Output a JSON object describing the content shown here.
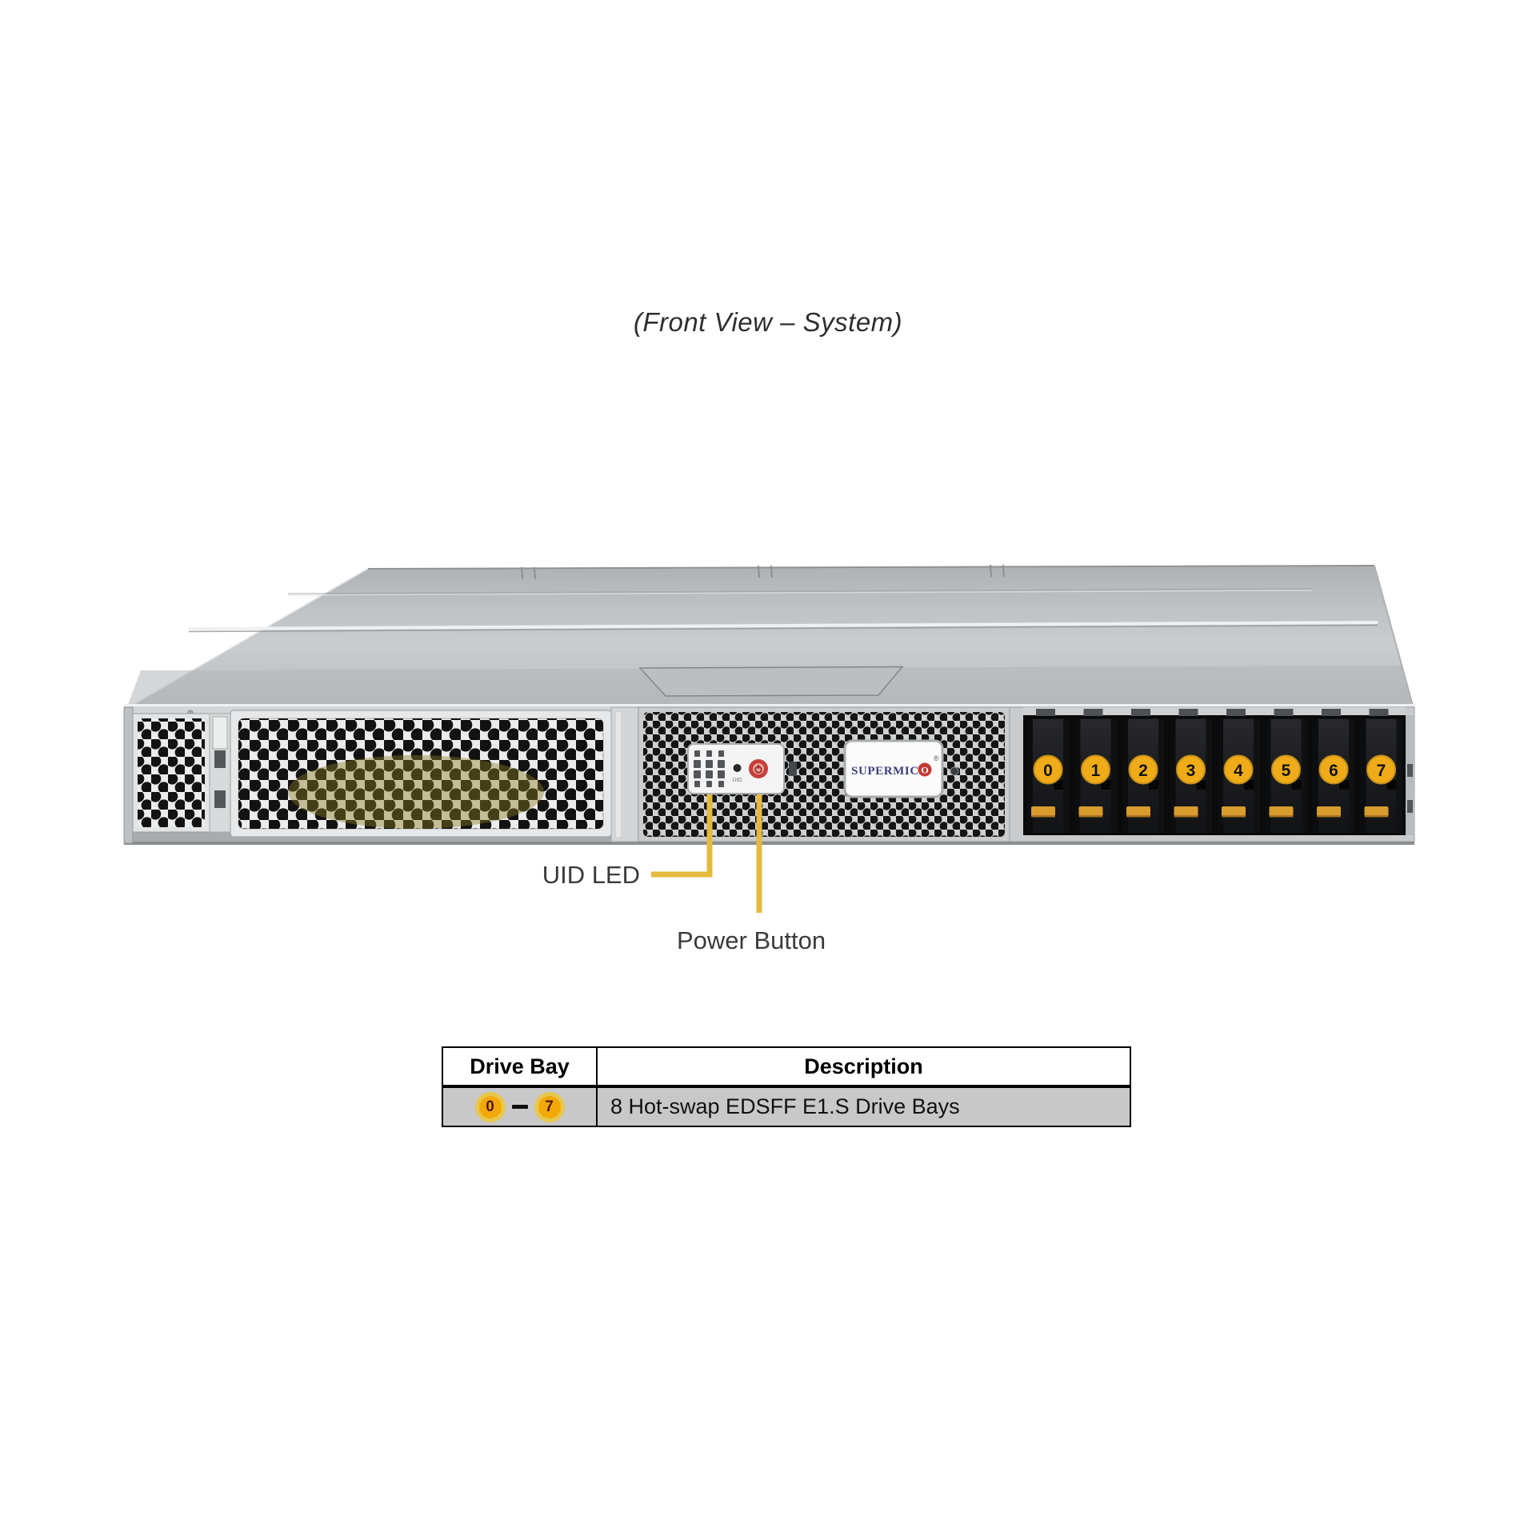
{
  "title": "(Front View – System)",
  "callouts": {
    "uid_led": "UID LED",
    "power_button": "Power Button"
  },
  "server": {
    "brand_prefix": "SUPERMICR",
    "brand_last_letter": "O",
    "reg_mark": "®",
    "uid_button_label": "UID",
    "drive_bays": [
      "0",
      "1",
      "2",
      "3",
      "4",
      "5",
      "6",
      "7"
    ]
  },
  "table": {
    "headers": [
      "Drive Bay",
      "Description"
    ],
    "row": {
      "bay_start": "0",
      "separator": "–",
      "bay_end": "7",
      "description": "8 Hot-swap EDSFF E1.S Drive Bays"
    }
  },
  "colors": {
    "callout_line": "#e4ba3e",
    "bay_label_yellow": "#f0ac18",
    "badge_yellow": "#f2a908",
    "power_button_red": "#c63f38",
    "brand_navy": "#3b3e7c",
    "brand_dot_red": "#c23a34",
    "table_row_gray": "#c8c8c8"
  }
}
